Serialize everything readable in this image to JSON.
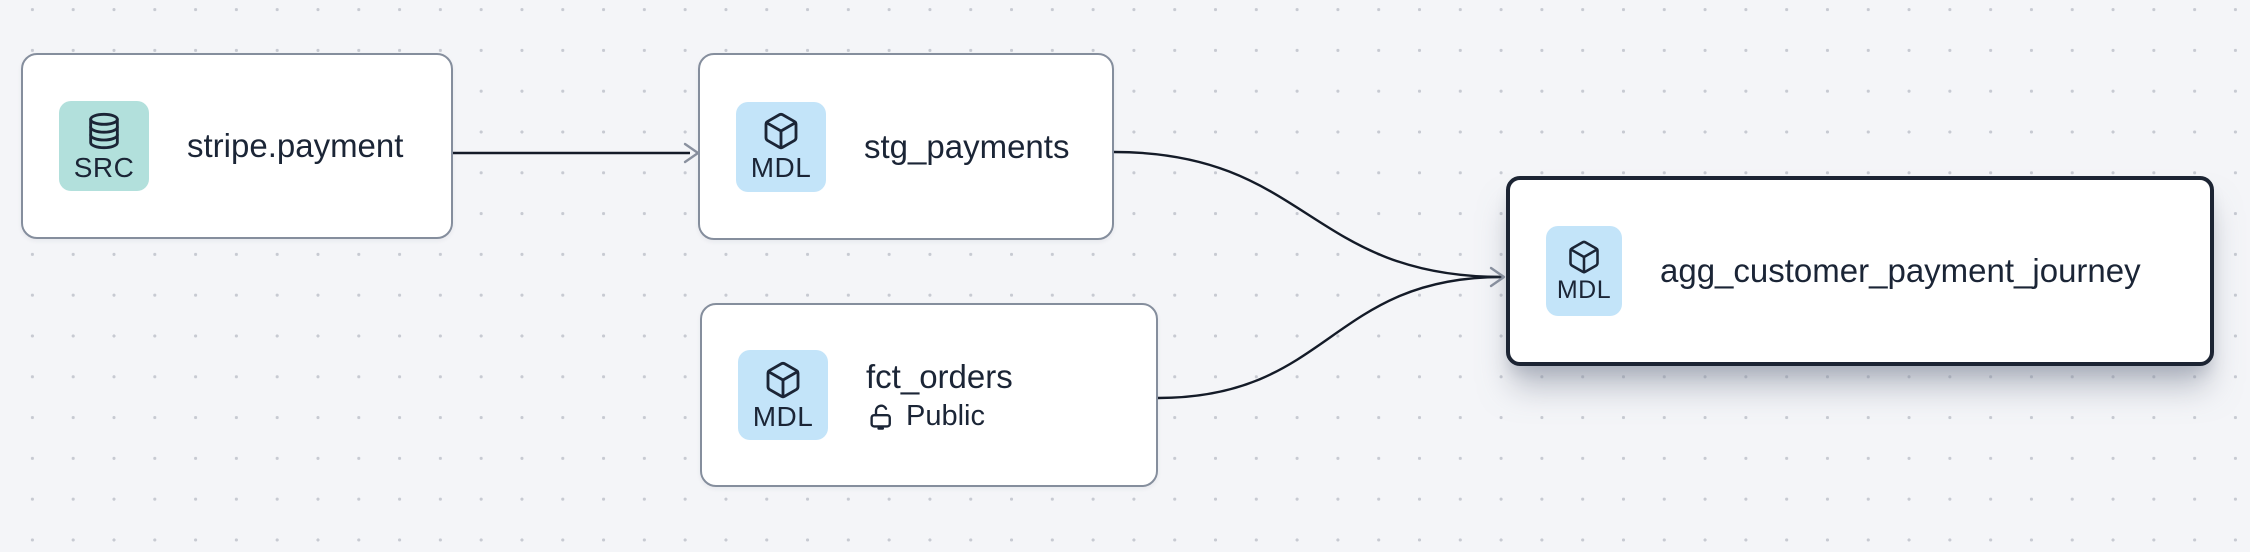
{
  "canvas": {
    "background_color": "#f4f5f8",
    "dot_color": "#c7cad2",
    "edge_color": "#141b28",
    "arrowhead_color": "#8a919f"
  },
  "nodes": [
    {
      "id": "stripe-payment",
      "title": "stripe.payment",
      "badge_label": "SRC",
      "badge_icon": "database-icon",
      "badge_color": "#b2e0dc",
      "selected": false
    },
    {
      "id": "stg-payments",
      "title": "stg_payments",
      "badge_label": "MDL",
      "badge_icon": "cube-icon",
      "badge_color": "#c3e4f9",
      "selected": false
    },
    {
      "id": "fct-orders",
      "title": "fct_orders",
      "badge_label": "MDL",
      "badge_icon": "cube-icon",
      "badge_color": "#c3e4f9",
      "access_label": "Public",
      "selected": false
    },
    {
      "id": "agg-customer-payment-journey",
      "title": "agg_customer_payment_journey",
      "badge_label": "MDL",
      "badge_icon": "cube-icon",
      "badge_color": "#c3e4f9",
      "selected": true
    }
  ],
  "edges": [
    {
      "from": "stripe.payment",
      "to": "stg_payments"
    },
    {
      "from": "stg_payments",
      "to": "agg_customer_payment_journey"
    },
    {
      "from": "fct_orders",
      "to": "agg_customer_payment_journey"
    }
  ]
}
